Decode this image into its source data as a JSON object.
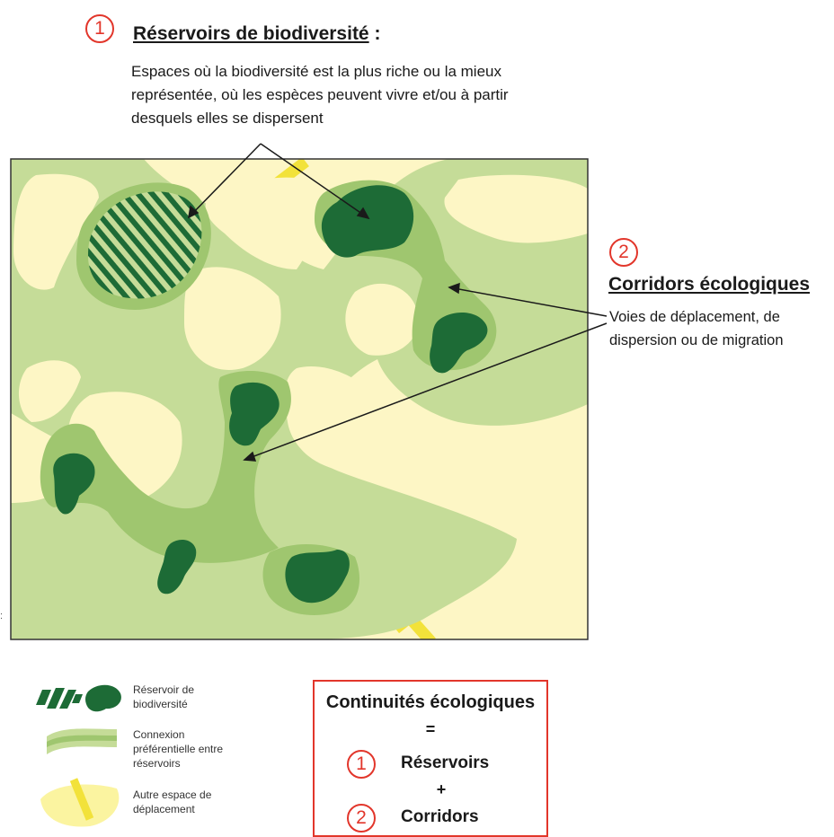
{
  "section1": {
    "number": "1",
    "title": "Réservoirs de biodiversité",
    "title_suffix": " :",
    "description": "Espaces où la biodiversité est la plus riche ou la mieux représentée, où les espèces peuvent vivre et/ou à partir desquels elles se dispersent"
  },
  "section2": {
    "number": "2",
    "title": "Corridors écologiques",
    "description": "Voies de déplacement, de dispersion ou de migration"
  },
  "legend": {
    "reservoir": "Réservoir de biodiversité",
    "connexion": "Connexion préférentielle entre réservoirs",
    "autre": "Autre espace de déplacement"
  },
  "summary": {
    "title": "Continuités écologiques",
    "equals": "=",
    "item1_number": "1",
    "item1": "Réservoirs",
    "plus": "+",
    "item2_number": "2",
    "item2": "Corridors"
  },
  "colors": {
    "background": "#fdf6c5",
    "light_green": "#c5dc98",
    "mid_green": "#9fc66f",
    "dark_green": "#1d6b36",
    "yellow_road": "#f2e23a",
    "accent_red": "#e2362b"
  }
}
